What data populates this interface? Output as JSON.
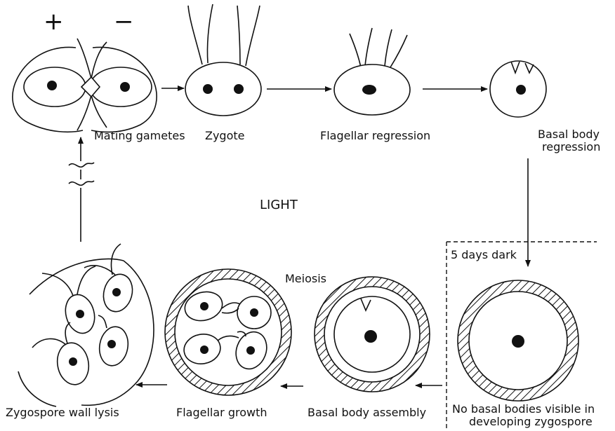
{
  "diagram": {
    "signs": {
      "plus": "+",
      "minus": "−"
    },
    "labels": {
      "mating_gametes": "Mating gametes",
      "zygote": "Zygote",
      "flagellar_regression": "Flagellar regression",
      "basal_body_regression_1": "Basal body",
      "basal_body_regression_2": "regression",
      "light": "LIGHT",
      "dark": "5 days dark",
      "meiosis": "Meiosis",
      "zygospore_wall_lysis": "Zygospore wall lysis",
      "flagellar_growth": "Flagellar growth",
      "basal_body_assembly": "Basal body assembly",
      "no_basal_bodies_1": "No basal bodies visible in",
      "no_basal_bodies_2": "developing zygospore"
    },
    "colors": {
      "ink": "#111111",
      "background": "#ffffff"
    }
  }
}
